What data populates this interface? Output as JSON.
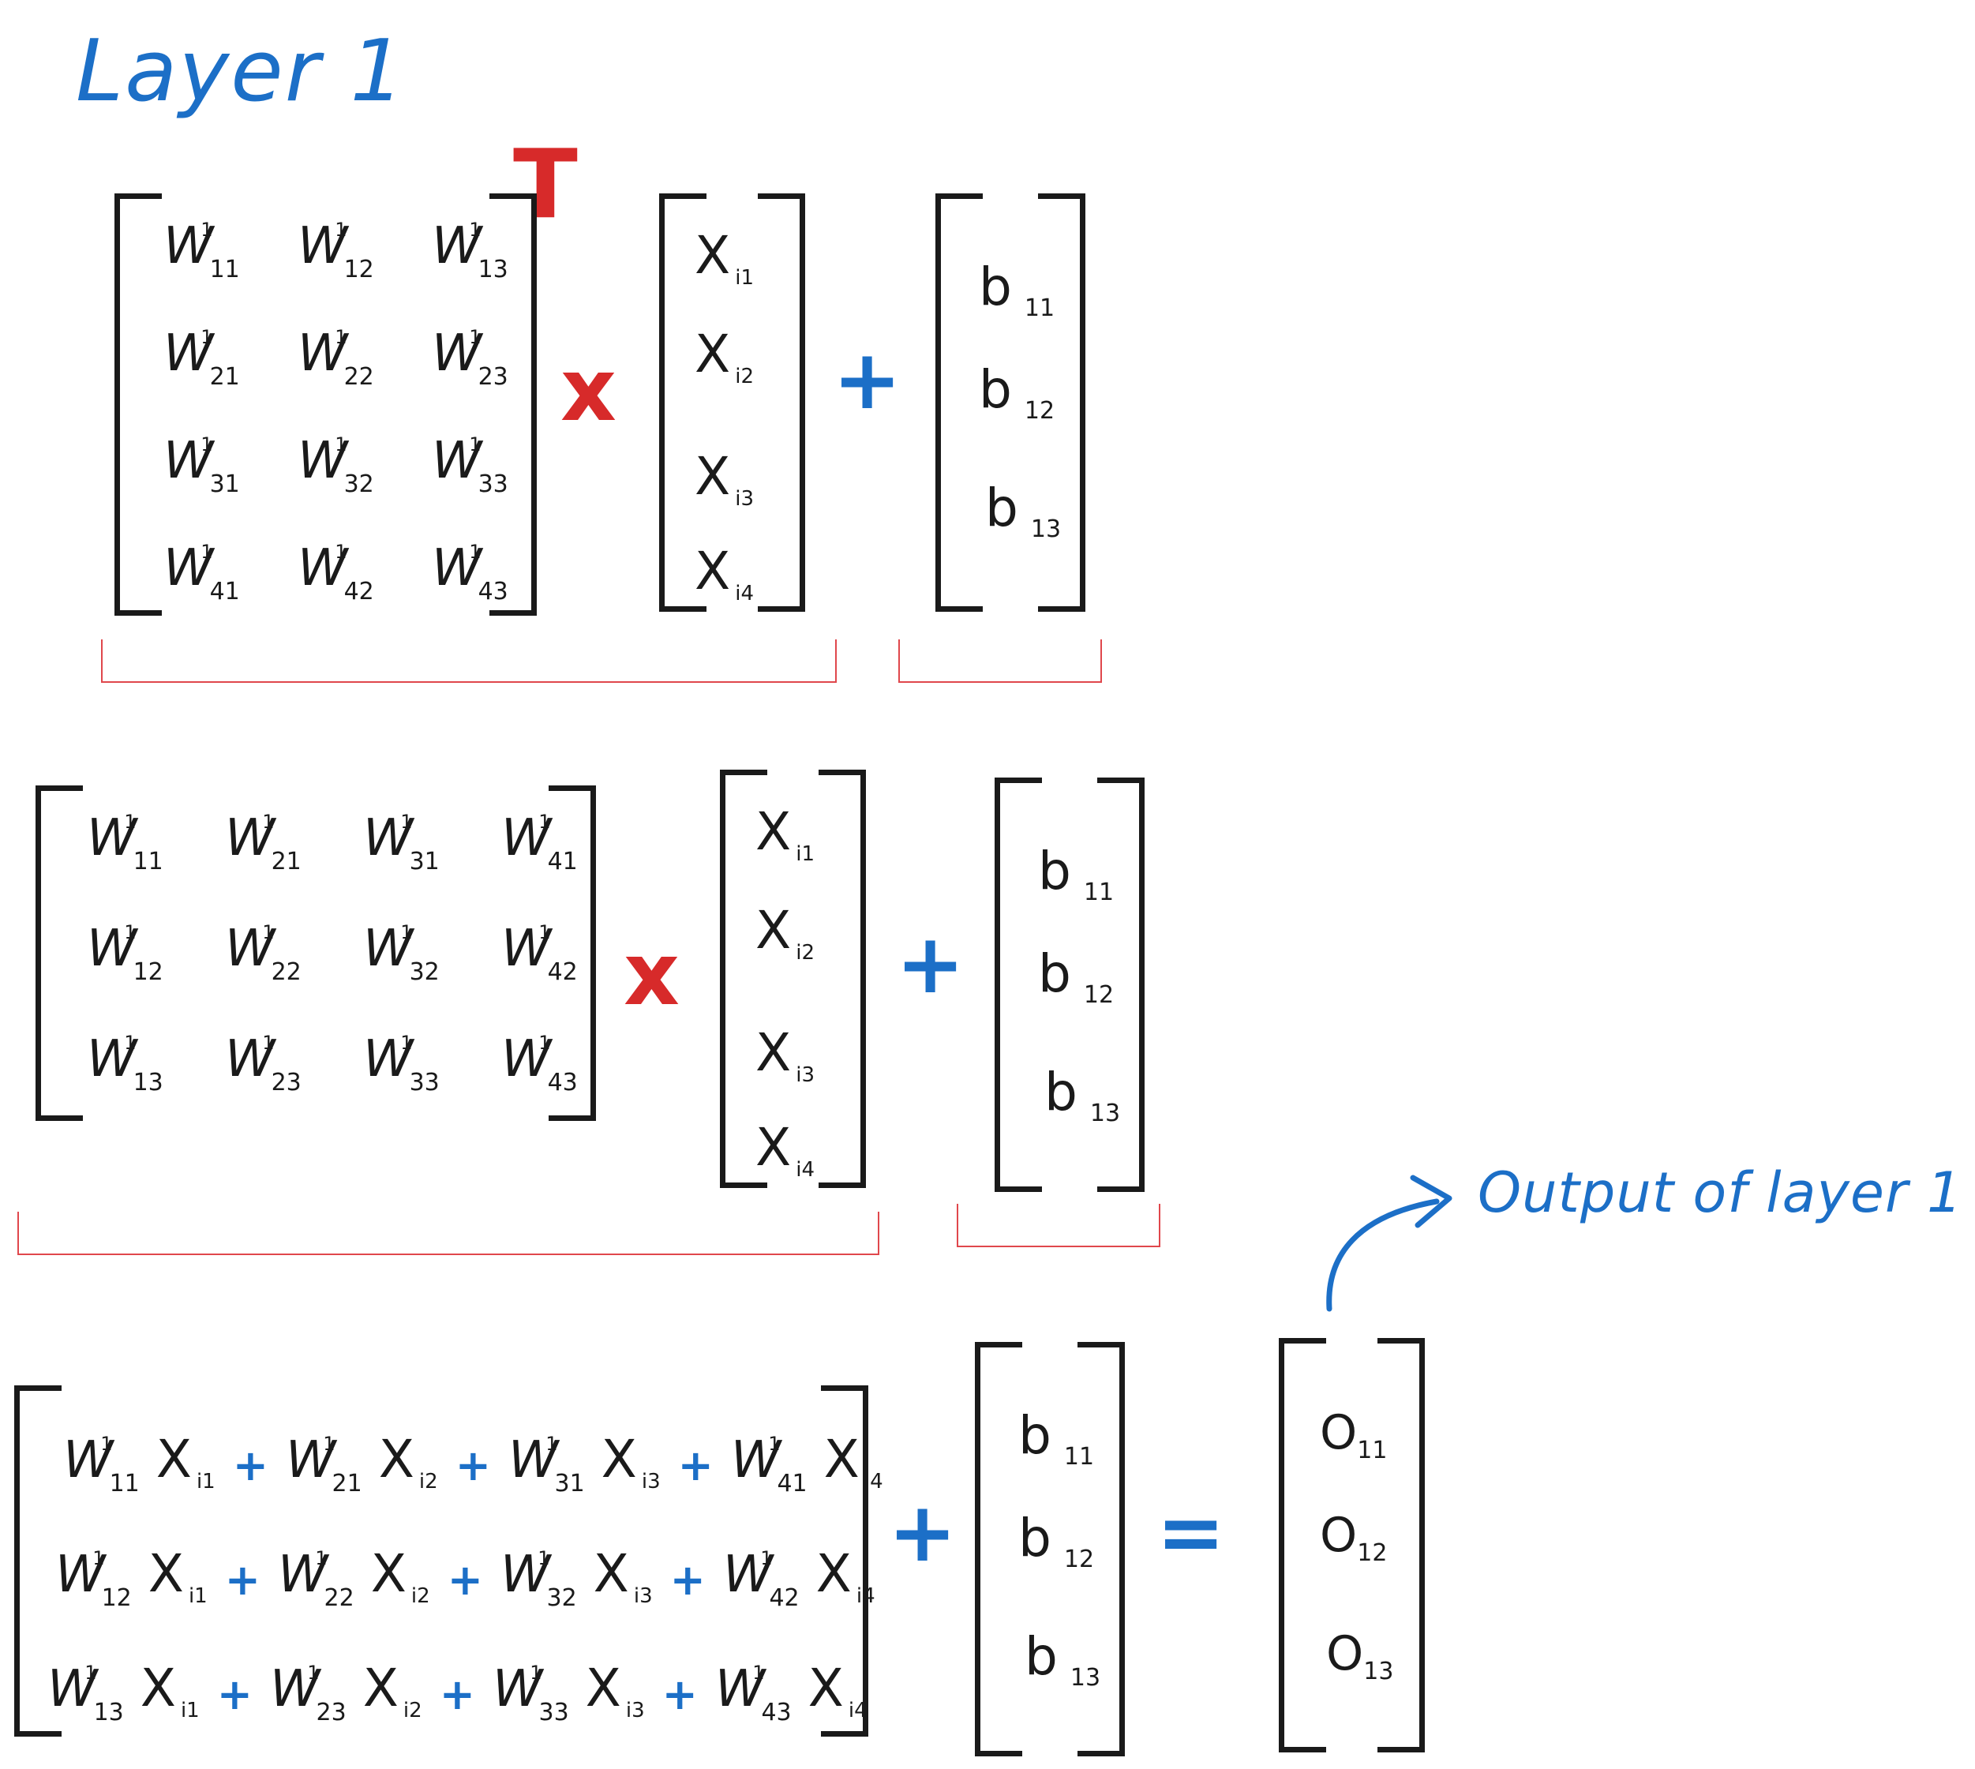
{
  "title": "Layer 1",
  "output_label": "Output of layer 1",
  "transpose_mark": "T",
  "operators": {
    "multiply": "x",
    "plus": "+",
    "equals": "="
  },
  "colors": {
    "accent_blue": "#1c6fc7",
    "accent_red": "#d72a2a",
    "ink": "#1a1a1a"
  },
  "weight_symbol": "W",
  "weight_layer": "1",
  "input_symbol": "X",
  "bias_symbol": "b",
  "output_symbol": "O",
  "weights_original": [
    [
      "11",
      "12",
      "13"
    ],
    [
      "21",
      "22",
      "23"
    ],
    [
      "31",
      "32",
      "33"
    ],
    [
      "41",
      "42",
      "43"
    ]
  ],
  "weights_transposed": [
    [
      "11",
      "21",
      "31",
      "41"
    ],
    [
      "12",
      "22",
      "32",
      "42"
    ],
    [
      "13",
      "23",
      "33",
      "43"
    ]
  ],
  "inputs": [
    "i1",
    "i2",
    "i3",
    "i4"
  ],
  "biases": [
    "11",
    "12",
    "13"
  ],
  "outputs": [
    "11",
    "12",
    "13"
  ],
  "expanded_rows": [
    [
      {
        "w": "11",
        "x": "i1"
      },
      {
        "w": "21",
        "x": "i2"
      },
      {
        "w": "31",
        "x": "i3"
      },
      {
        "w": "41",
        "x": "i4"
      }
    ],
    [
      {
        "w": "12",
        "x": "i1"
      },
      {
        "w": "22",
        "x": "i2"
      },
      {
        "w": "32",
        "x": "i3"
      },
      {
        "w": "42",
        "x": "i4"
      }
    ],
    [
      {
        "w": "13",
        "x": "i1"
      },
      {
        "w": "23",
        "x": "i2"
      },
      {
        "w": "33",
        "x": "i3"
      },
      {
        "w": "43",
        "x": "i4"
      }
    ]
  ]
}
